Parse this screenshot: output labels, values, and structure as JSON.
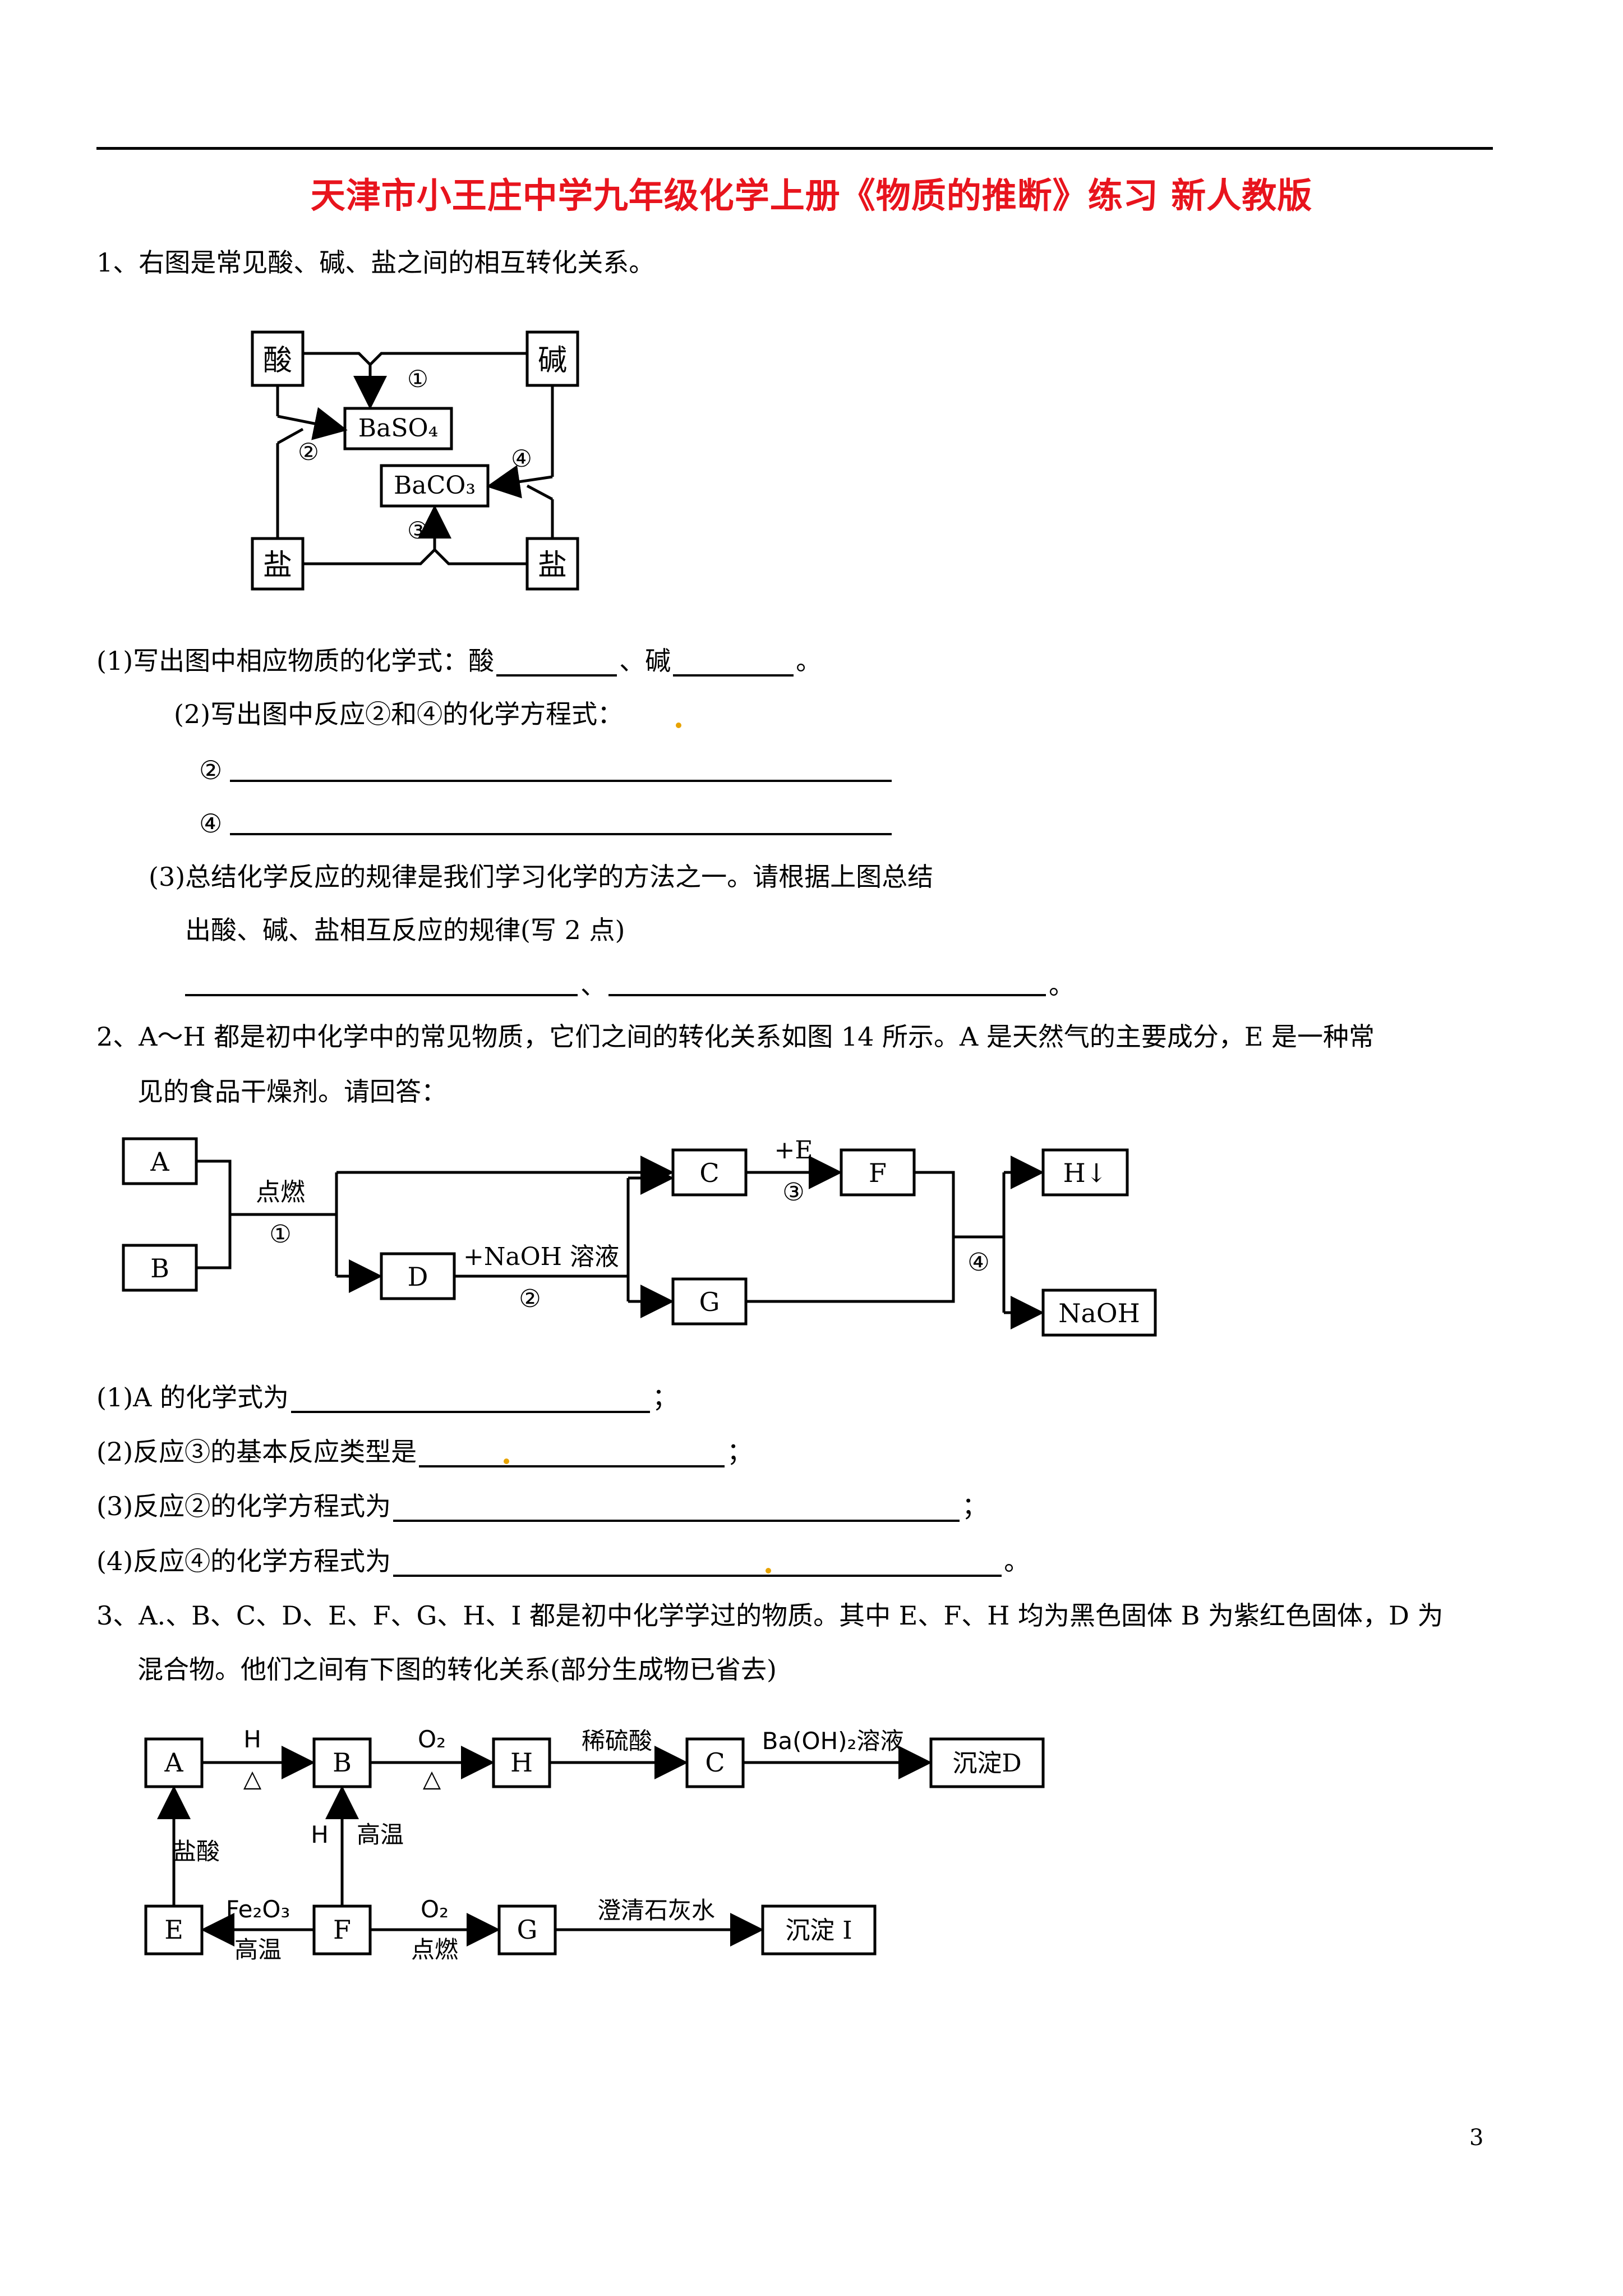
{
  "title": "天津市小王庄中学九年级化学上册《物质的推断》练习 新人教版",
  "q1": {
    "stem": "1、右图是常见酸、碱、盐之间的相互转化关系。",
    "diagram": {
      "acid": "酸",
      "base": "碱",
      "salt_left": "盐",
      "salt_right": "盐",
      "baso4": "BaSO₄",
      "baco3": "BaCO₃",
      "n1": "①",
      "n2": "②",
      "n3": "③",
      "n4": "④"
    },
    "p1_a": "(1)写出图中相应物质的化学式：酸",
    "p1_b": "、碱",
    "p1_c": "。",
    "p2": "(2)写出图中反应②和④的化学方程式：",
    "p2_l1": "②",
    "p2_l2": "④",
    "p3_a": "(3)总结化学反应的规律是我们学习化学的方法之一。请根据上图总结",
    "p3_b": "出酸、碱、盐相互反应的规律(写 2 点)",
    "p3_sep": "、",
    "p3_end": "。"
  },
  "q2": {
    "stem_a": "2、A～H 都是初中化学中的常见物质，它们之间的转化关系如图 14 所示。A 是天然气的主要成分，E 是一种常",
    "stem_b": "见的食品干燥剂。请回答：",
    "diagram": {
      "A": "A",
      "B": "B",
      "C": "C",
      "D": "D",
      "F": "F",
      "G": "G",
      "H": "H↓",
      "NaOH": "NaOH",
      "ignite": "点燃",
      "n1": "①",
      "naoh_sol": "+NaOH 溶液",
      "n2": "②",
      "plusE": "+E",
      "n3": "③",
      "n4": "④"
    },
    "p1": "(1)A 的化学式为",
    "p1_end": "；",
    "p2": "(2)反应③的基本反应类型是",
    "p2_end": "；",
    "p3": "(3)反应②的化学方程式为",
    "p3_end": "；",
    "p4": "(4)反应④的化学方程式为",
    "p4_end": "。"
  },
  "q3": {
    "stem_a": "3、A.、B、C、D、E、F、G、H、I 都是初中化学学过的物质。其中 E、F、H 均为黑色固体 B 为紫红色固体，D 为",
    "stem_b": "混合物。他们之间有下图的转化关系(部分生成物已省去)",
    "diagram": {
      "A": "A",
      "B": "B",
      "H": "H",
      "C": "C",
      "D": "沉淀D",
      "E": "E",
      "F": "F",
      "G": "G",
      "I": "沉淀 I",
      "h_label": "H",
      "delta1": "△",
      "o2_1": "O₂",
      "delta2": "△",
      "dilute_acid": "稀硫酸",
      "baoh2": "Ba(OH)₂溶液",
      "hcl": "盐酸",
      "h_high_h": "H",
      "h_high": "高温",
      "fe2o3": "Fe₂O₃",
      "high2": "高温",
      "o2_2": "O₂",
      "ignite": "点燃",
      "limewater": "澄清石灰水"
    }
  },
  "page_number": "3"
}
